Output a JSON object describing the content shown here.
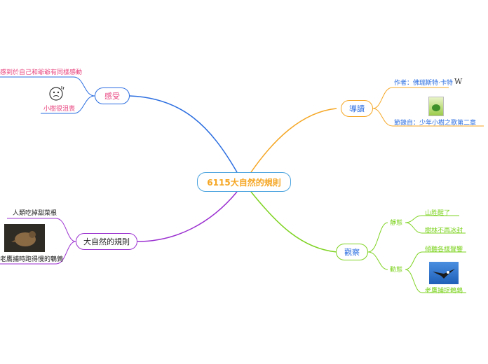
{
  "colors": {
    "root": "#4aa3df",
    "orange": "#f5a623",
    "green": "#7ed321",
    "purple": "#9b30d0",
    "blue": "#2a6de0",
    "pink": "#e8457f"
  },
  "root": {
    "label": "6115大自然的規則"
  },
  "branches": {
    "reading": {
      "label": "導讀",
      "author": "作者：佛瑞斯特·卡特",
      "author_icon": "wikipedia-icon",
      "author_icon_glyph": "W",
      "excerpt": "節錄自：少年小樹之歌第二章",
      "book_cover_icon": "book-cover-image"
    },
    "observe": {
      "label": "觀察",
      "static": {
        "label": "靜態",
        "items": [
          "山胜醒了",
          "樹林不再冰封"
        ]
      },
      "dynamic": {
        "label": "動態",
        "items": [
          "傾聽各樣聲響",
          "老鷹捕捉鵪鶉"
        ],
        "eagle_icon": "eagle-image"
      }
    },
    "rules": {
      "label": "大自然的規則",
      "items": [
        "人類吃掉甜菜根",
        "老鷹捕時跑得慢的鵪鶉"
      ],
      "quail_icon": "quail-image"
    },
    "feeling": {
      "label": "感受",
      "items": [
        "感到於自己和爺爺有同樣感動",
        "小樹很沮喪"
      ],
      "sad_face_icon": "sad-face-icon"
    }
  }
}
